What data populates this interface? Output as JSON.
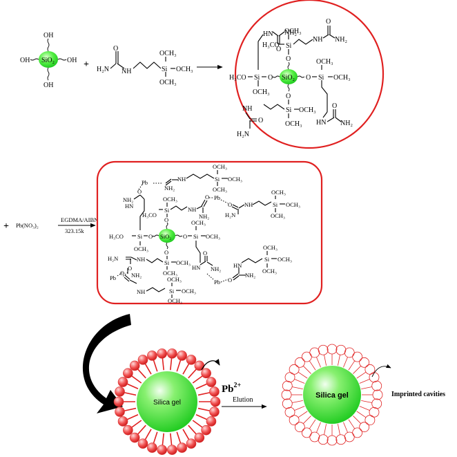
{
  "labels": {
    "oh": "OH",
    "sio2": "SiO₂",
    "plus": "+",
    "h2n": "H₂N",
    "nh2": "NH₂",
    "nh": "NH",
    "hn": "HN",
    "o": "O",
    "si": "Si",
    "och3": "OCH₃",
    "h3co": "H₃CO",
    "pb": "Pb",
    "pb_no3_2": "Pb(NO₃)₂",
    "egdma_aibn": "EGDMA/AIBN",
    "temperature": "323.15k",
    "silica_gel_1": "Silica gel",
    "silica_gel_2": "Silica  gel",
    "pb2plus_base": "Pb",
    "pb2plus_sup": "2+",
    "elution": "Elution",
    "imprinted_cavities": "Imprinted cavities"
  },
  "colors": {
    "sphere_green": "#22dd22",
    "sphere_highlight": "#d8ffc8",
    "red": "#e02020",
    "bead_red": "#f05050",
    "black": "#000000"
  }
}
